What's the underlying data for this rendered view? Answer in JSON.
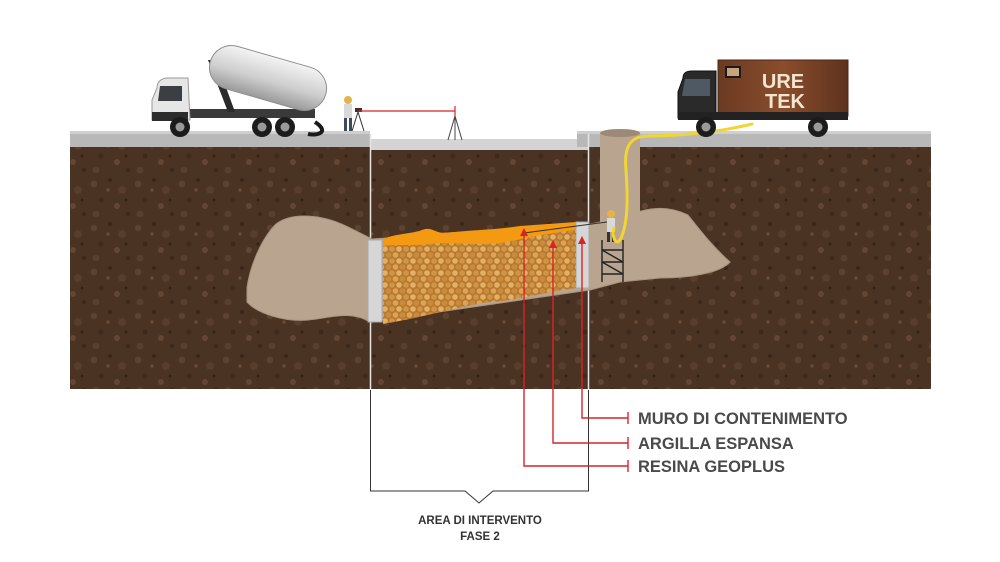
{
  "labels": {
    "retaining_wall": "MURO DI CONTENIMENTO",
    "expanded_clay": "ARGILLA ESPANSA",
    "resin": "RESINA GEOPLUS"
  },
  "area": {
    "line1": "AREA DI INTERVENTO",
    "line2": "FASE 2"
  },
  "truck_logo": {
    "line1": "URE",
    "line2": "TEK"
  },
  "colors": {
    "soil": "#4a3222",
    "road": "#b9b9b9",
    "cavity": "#b9a48e",
    "clay": "#c98a3c",
    "resin": "#f39a12",
    "leader": "#d8232a",
    "hose": "#f0d533"
  }
}
